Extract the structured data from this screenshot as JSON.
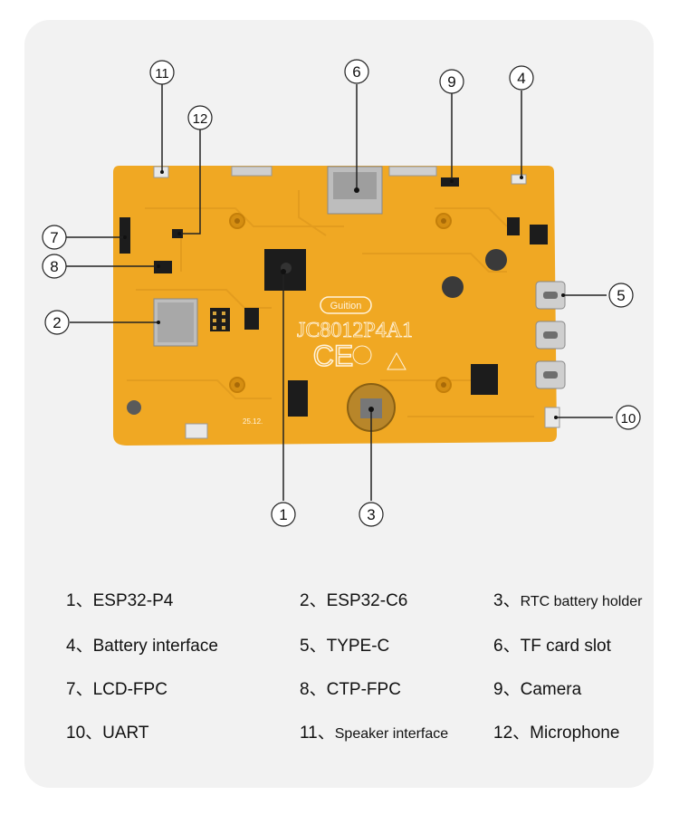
{
  "callouts": [
    {
      "num": "1",
      "label": "ESP32-P4"
    },
    {
      "num": "2",
      "label": "ESP32-C6"
    },
    {
      "num": "3",
      "label": "RTC battery holder"
    },
    {
      "num": "4",
      "label": "Battery interface"
    },
    {
      "num": "5",
      "label": "TYPE-C"
    },
    {
      "num": "6",
      "label": "TF card slot"
    },
    {
      "num": "7",
      "label": "LCD-FPC"
    },
    {
      "num": "8",
      "label": "CTP-FPC"
    },
    {
      "num": "9",
      "label": "Camera"
    },
    {
      "num": "10",
      "label": "UART"
    },
    {
      "num": "11",
      "label": "Speaker interface"
    },
    {
      "num": "12",
      "label": "Microphone"
    }
  ],
  "board": {
    "brand": "Guition",
    "model": "JC8012P4A1",
    "date_mark": "25.12.",
    "ce_mark": "CE"
  },
  "separator": "、",
  "colors": {
    "pcb": "#f0a823",
    "pcb_dark": "#d58e12",
    "trace": "#e9a32a",
    "chip": "#1c1c1c",
    "leader": "#222222"
  }
}
